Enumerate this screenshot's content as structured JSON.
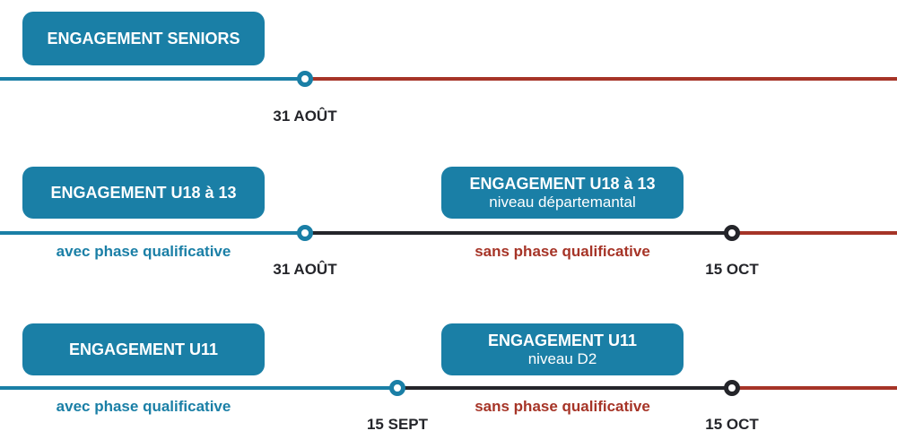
{
  "colors": {
    "blue": "#1a7fa6",
    "dark": "#24252a",
    "red": "#a63427"
  },
  "rows": [
    {
      "box1": {
        "title": "ENGAGEMENT SENIORS"
      },
      "date1": "31 AOÛT"
    },
    {
      "box1": {
        "title": "ENGAGEMENT U18 à 13"
      },
      "box2": {
        "title": "ENGAGEMENT U18 à 13",
        "subtitle": "niveau départemantal"
      },
      "phase1": "avec phase qualificative",
      "phase2": "sans phase qualificative",
      "date1": "31 AOÛT",
      "date2": "15 OCT"
    },
    {
      "box1": {
        "title": "ENGAGEMENT U11"
      },
      "box2": {
        "title": "ENGAGEMENT U11",
        "subtitle": "niveau D2"
      },
      "phase1": "avec phase qualificative",
      "phase2": "sans phase qualificative",
      "date1": "15 SEPT",
      "date2": "15 OCT"
    }
  ]
}
